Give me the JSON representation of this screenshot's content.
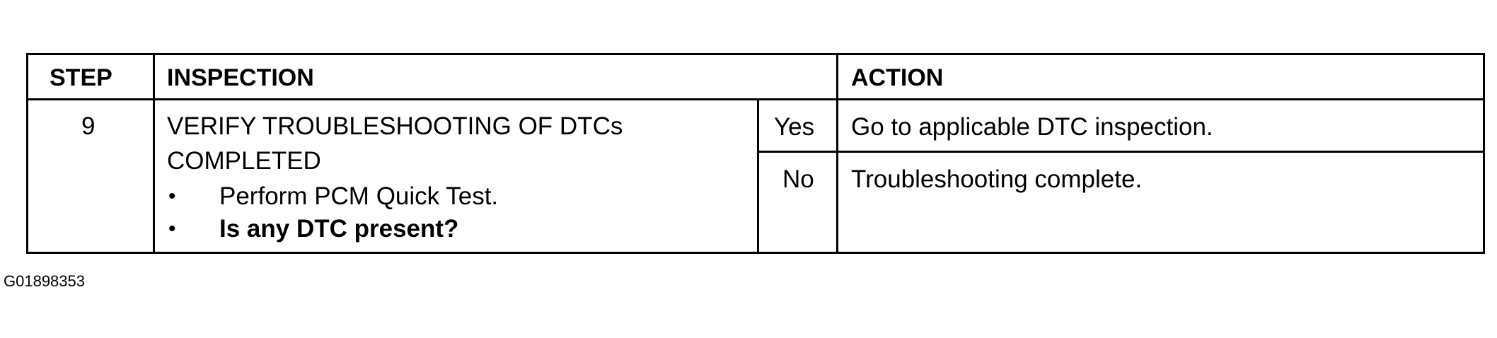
{
  "table": {
    "headers": {
      "step": "STEP",
      "inspection": "INSPECTION",
      "action": "ACTION"
    },
    "row": {
      "step": "9",
      "inspection": {
        "title_line1": "VERIFY TROUBLESHOOTING OF DTCs",
        "title_line2": "COMPLETED",
        "bullets": [
          {
            "text": "Perform PCM Quick Test.",
            "bold": false
          },
          {
            "text": "Is any DTC present?",
            "bold": true
          }
        ],
        "bullet_symbol": "•"
      },
      "results": [
        {
          "answer": "Yes",
          "action": "Go to applicable DTC inspection."
        },
        {
          "answer": "No",
          "action": "Troubleshooting complete."
        }
      ]
    }
  },
  "figure_id": "G01898353"
}
